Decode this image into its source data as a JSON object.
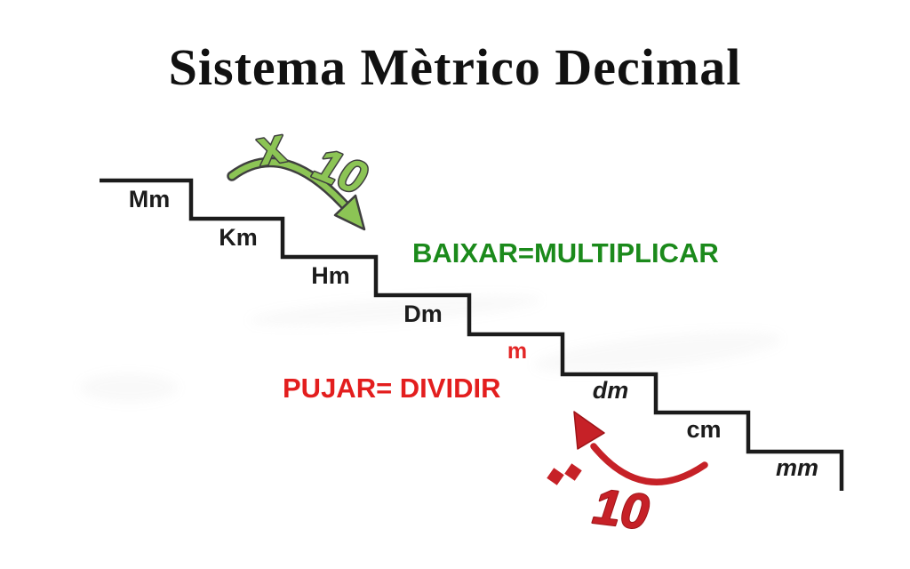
{
  "title": "Sistema Mètrico Decimal",
  "stairs": {
    "units": [
      "Mm",
      "Km",
      "Hm",
      "Dm",
      "m",
      "dm",
      "cm",
      "mm"
    ]
  },
  "annotations": {
    "down_rule": "BAIXAR=MULTIPLICAR",
    "up_rule": "PUJAR= DIVIDIR"
  },
  "green_arrow": {
    "operator": "x",
    "factor": "10"
  },
  "red_arrow": {
    "operator": ":",
    "factor": "10"
  },
  "colors": {
    "title": "#111111",
    "stair_line": "#1b1b1b",
    "green_rule_text": "#1b8a1b",
    "green_arrow_fill": "#8cc455",
    "green_arrow_outline": "#3f3f3f",
    "red_rule_text": "#e31e1e",
    "red_unit_text": "#e32626",
    "red_arrow": "#c62127"
  }
}
